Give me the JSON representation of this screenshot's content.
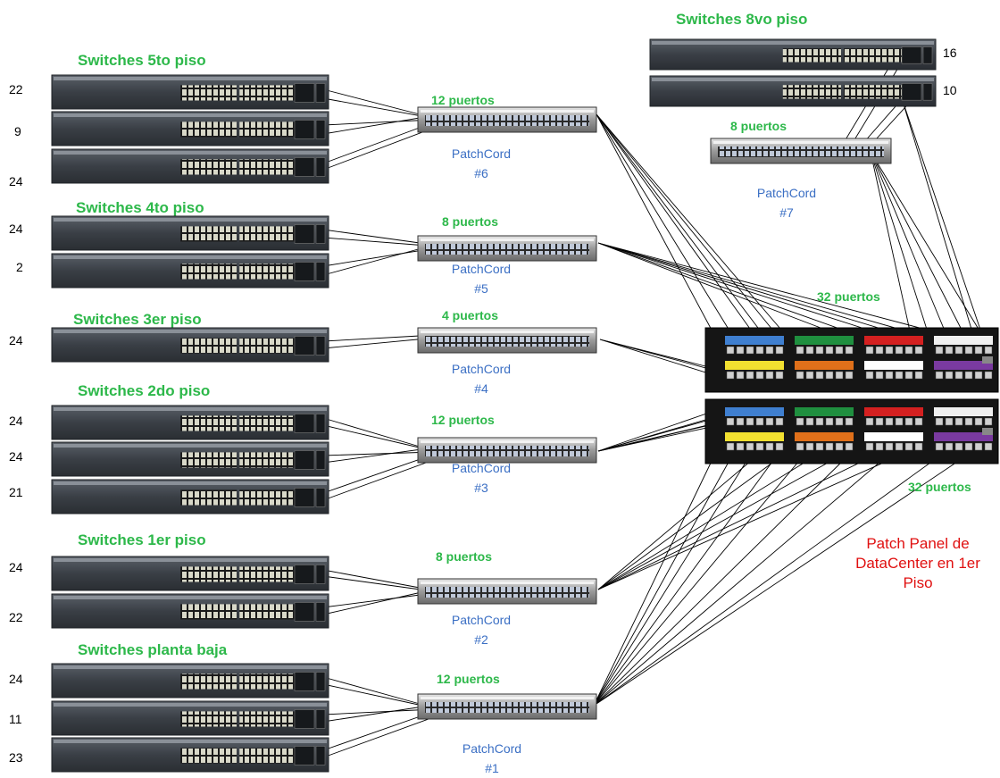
{
  "switch_groups": [
    {
      "id": "8vo",
      "label": "Switches 8vo piso",
      "counts": [
        "16",
        "10"
      ]
    },
    {
      "id": "5to",
      "label": "Switches 5to piso",
      "counts": [
        "22",
        "9",
        "24"
      ]
    },
    {
      "id": "4to",
      "label": "Switches 4to piso",
      "counts": [
        "24",
        "2"
      ]
    },
    {
      "id": "3er",
      "label": "Switches 3er piso",
      "counts": [
        "24"
      ]
    },
    {
      "id": "2do",
      "label": "Switches 2do piso",
      "counts": [
        "24",
        "24",
        "21"
      ]
    },
    {
      "id": "1er",
      "label": "Switches 1er piso",
      "counts": [
        "24",
        "22"
      ]
    },
    {
      "id": "pb",
      "label": "Switches planta baja",
      "counts": [
        "24",
        "11",
        "23"
      ]
    }
  ],
  "patch_cords": [
    {
      "id": "pc7",
      "ports": "8 puertos",
      "name": "PatchCord",
      "number": "#7"
    },
    {
      "id": "pc6",
      "ports": "12 puertos",
      "name": "PatchCord",
      "number": "#6"
    },
    {
      "id": "pc5",
      "ports": "8 puertos",
      "name": "PatchCord",
      "number": "#5"
    },
    {
      "id": "pc4",
      "ports": "4 puertos",
      "name": "PatchCord",
      "number": "#4"
    },
    {
      "id": "pc3",
      "ports": "12 puertos",
      "name": "PatchCord",
      "number": "#3"
    },
    {
      "id": "pc2",
      "ports": "8 puertos",
      "name": "PatchCord",
      "number": "#2"
    },
    {
      "id": "pc1",
      "ports": "12 puertos",
      "name": "PatchCord",
      "number": "#1"
    }
  ],
  "datacenter": {
    "top_ports": "32 puertos",
    "bottom_ports": "32 puertos",
    "title_line1": "Patch Panel de",
    "title_line2": "DataCenter en 1er",
    "title_line3": "Piso"
  },
  "colors": {
    "label_green": "#2db84a",
    "patchcord_blue": "#3b6fc4",
    "title_red": "#e01010",
    "cable_colors": [
      "#3f7fd0",
      "#1f8f3f",
      "#d42020",
      "#f0f0f0",
      "#f2e030",
      "#e0701a",
      "#ffffff",
      "#7a3aa0"
    ]
  }
}
